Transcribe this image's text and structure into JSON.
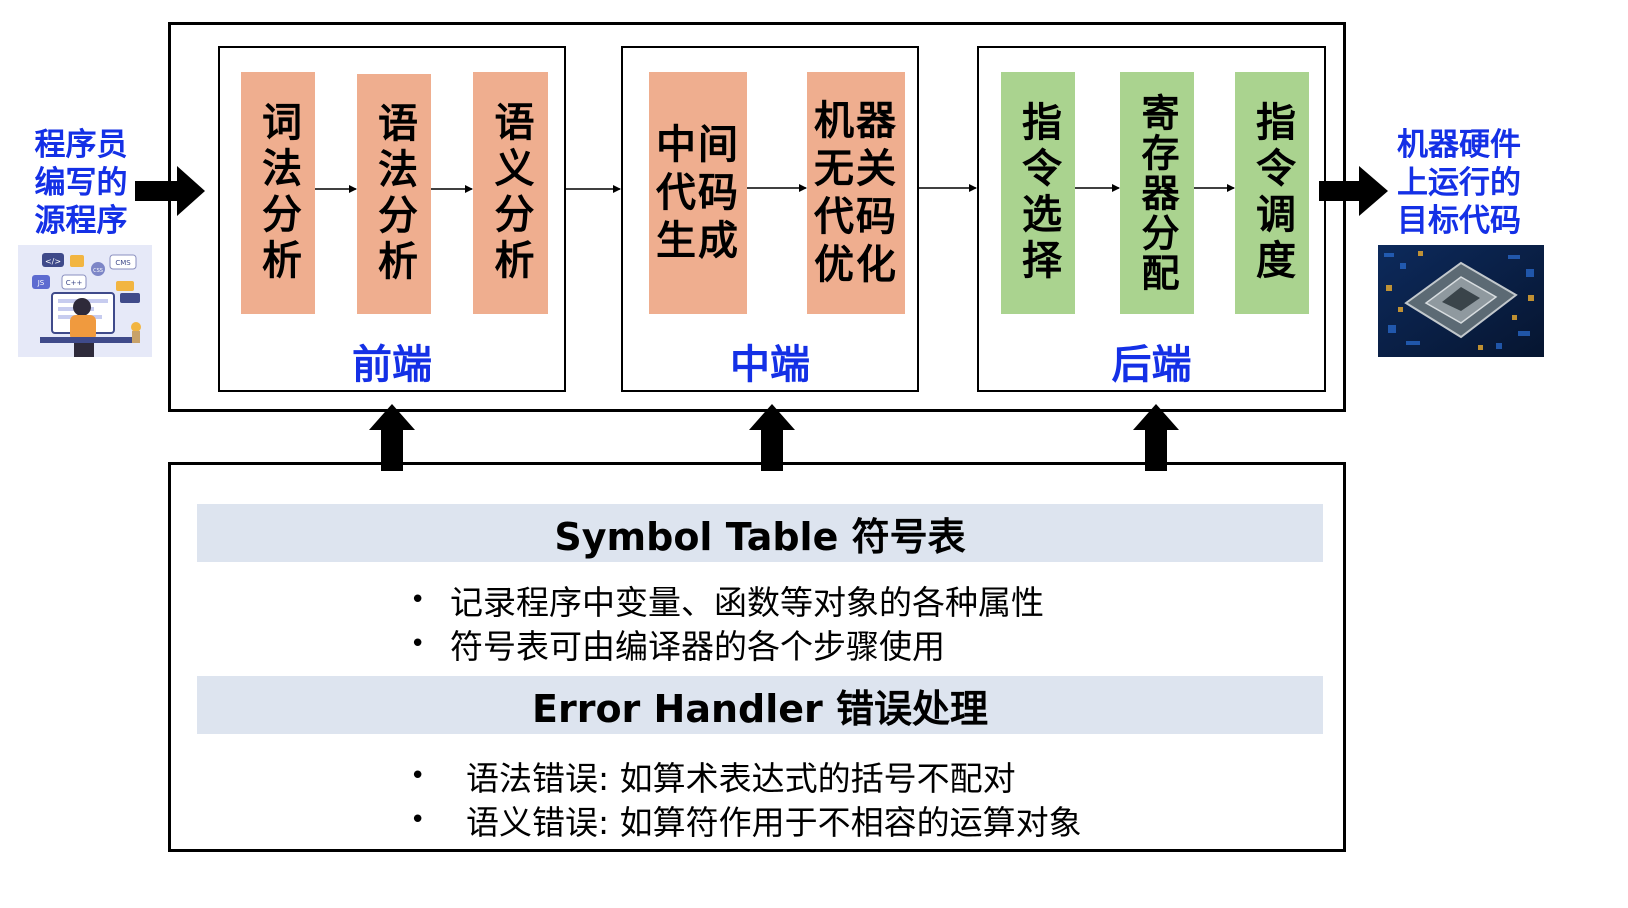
{
  "input": {
    "label": "程序员\n编写的\n源程序",
    "illustration": "programmer-illustration"
  },
  "output": {
    "label": "机器硬件\n上运行的\n目标代码",
    "illustration": "cpu-chip-illustration"
  },
  "stages": [
    {
      "label": "前端",
      "steps": [
        {
          "text": "词法分析",
          "color": "#efae8f"
        },
        {
          "text": "语法分析",
          "color": "#efae8f"
        },
        {
          "text": "语义分析",
          "color": "#efae8f"
        }
      ]
    },
    {
      "label": "中端",
      "steps": [
        {
          "text": "中间\n代码\n生成",
          "color": "#efae8f"
        },
        {
          "text": "机器\n无关\n代码\n优化",
          "color": "#efae8f"
        }
      ]
    },
    {
      "label": "后端",
      "steps": [
        {
          "text": "指令选择",
          "color": "#aad38f"
        },
        {
          "text": "寄存器分配",
          "color": "#aad38f"
        },
        {
          "text": "指令调度",
          "color": "#aad38f"
        }
      ]
    }
  ],
  "symbol_table": {
    "title": "Symbol Table 符号表",
    "bullets": [
      "记录程序中变量、函数等对象的各种属性",
      "符号表可由编译器的各个步骤使用"
    ]
  },
  "error_handler": {
    "title": "Error Handler 错误处理",
    "bullets": [
      "语法错误: 如算术表达式的括号不配对",
      "语义错误: 如算符作用于不相容的运算对象"
    ]
  },
  "bullet_char": "•",
  "colors": {
    "label_blue": "#1430e6",
    "frontend_step": "#efae8f",
    "backend_step": "#aad38f",
    "band": "#dde4ef"
  }
}
